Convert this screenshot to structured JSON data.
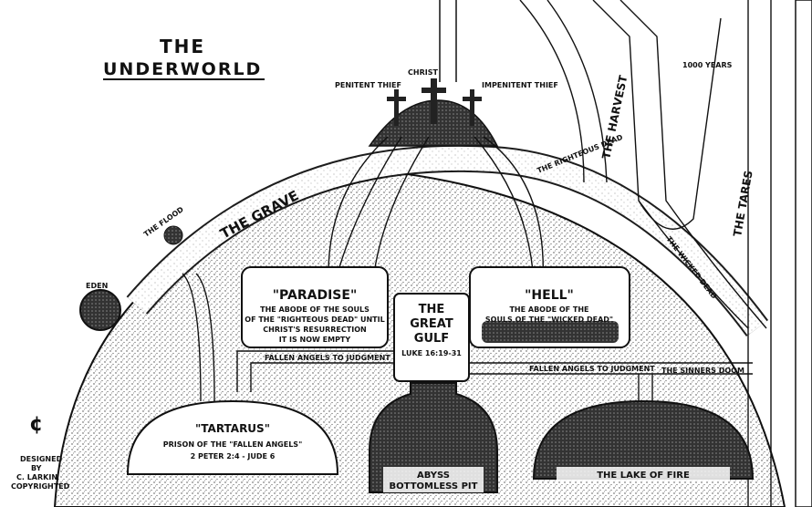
{
  "title": {
    "line1": "THE",
    "line2": "UNDERWORLD"
  },
  "crosses": {
    "penitent": "PENITENT THIEF",
    "christ": "CHRIST",
    "impenitent": "IMPENITENT THIEF"
  },
  "bands": {
    "grave": "THE GRAVE",
    "flood": "THE FLOOD",
    "eden": "EDEN",
    "harvest": "THE HARVEST",
    "tares": "THE TARES",
    "thousand_years": "1000 YEARS",
    "sinners_doom": "THE SINNERS DOOM",
    "fallen_angels_left": "FALLEN ANGELS TO JUDGMENT",
    "fallen_angels_right": "FALLEN ANGELS TO JUDGMENT",
    "wicked_dead": "THE WICKED DEAD",
    "righteous_dead": "THE RIGHTEOUS DEAD"
  },
  "paradise": {
    "title": "\"PARADISE\"",
    "line1": "THE ABODE OF THE SOULS",
    "line2": "OF THE \"RIGHTEOUS DEAD\" UNTIL",
    "line3": "CHRIST'S RESURRECTION",
    "line4": "IT IS NOW EMPTY"
  },
  "hell": {
    "title": "\"HELL\"",
    "line1": "THE ABODE OF THE",
    "line2": "SOULS OF THE \"WICKED DEAD\""
  },
  "gulf": {
    "line1": "THE",
    "line2": "GREAT",
    "line3": "GULF",
    "ref": "LUKE 16:19-31"
  },
  "tartarus": {
    "title": "\"TARTARUS\"",
    "line1": "PRISON OF THE \"FALLEN ANGELS\"",
    "line2": "2 PETER 2:4 - JUDE 6"
  },
  "abyss": {
    "line1": "ABYSS",
    "line2": "BOTTOMLESS PIT"
  },
  "lake": {
    "title": "THE LAKE OF FIRE"
  },
  "signature": {
    "line1": "DESIGNED",
    "line2": "BY",
    "line3": "C. LARKIN",
    "line4": "COPYRIGHTED"
  }
}
